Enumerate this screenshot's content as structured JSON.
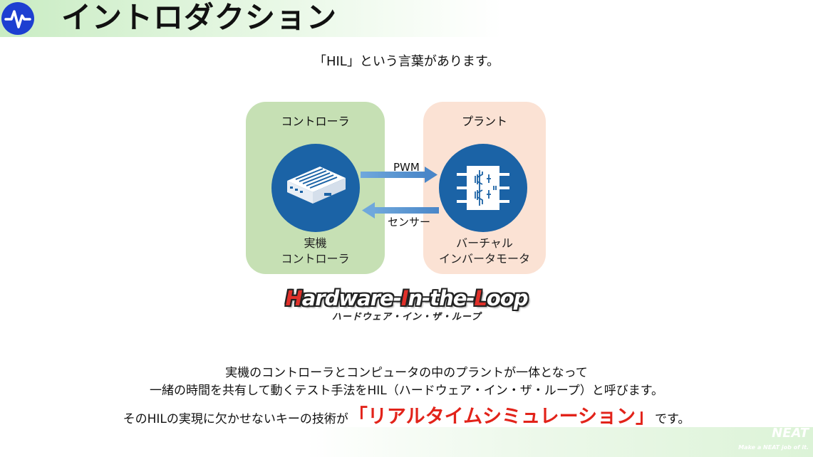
{
  "header": {
    "title": "イントロダクション",
    "logo_icon": "pulse-wave-icon"
  },
  "intro": {
    "text": "「HIL」という言葉があります。"
  },
  "diagram": {
    "controller": {
      "title": "コントローラ",
      "sub_line1": "実機",
      "sub_line2": "コントローラ",
      "icon": "controller-device-icon"
    },
    "plant": {
      "title": "プラント",
      "sub_line1": "バーチャル",
      "sub_line2": "インバータモータ",
      "icon": "inverter-circuit-icon"
    },
    "arrow_forward_label": "PWM",
    "arrow_back_label": "センサー"
  },
  "hil": {
    "part1_hl": "H",
    "part1_rest": "ardware-",
    "part2_hl": "I",
    "part2_rest": "n-the-",
    "part3_hl": "L",
    "part3_rest": "oop",
    "kana": "ハードウェア・イン・ザ・ループ"
  },
  "body": {
    "line1": "実機のコントローラとコンピュータの中のプラントが一体となって",
    "line2": "一緒の時間を共有して動くテスト手法をHIL（ハードウェア・イン・ザ・ループ）と呼びます。",
    "line3_pre": "そのHILの実現に欠かせないキーの技術が",
    "line3_em": "「リアルタイムシミュレーション」",
    "line3_post": "です。"
  },
  "footer": {
    "logo": "NEAT",
    "tagline": "Make a NEAT job of it."
  },
  "colors": {
    "accent_blue": "#1b63a6",
    "logo_blue": "#1d3fd1",
    "controller_bg": "#c6e0b4",
    "plant_bg": "#fbe2d4",
    "arrow": "#5b9bd5",
    "emphasis_red": "#e2231a"
  }
}
